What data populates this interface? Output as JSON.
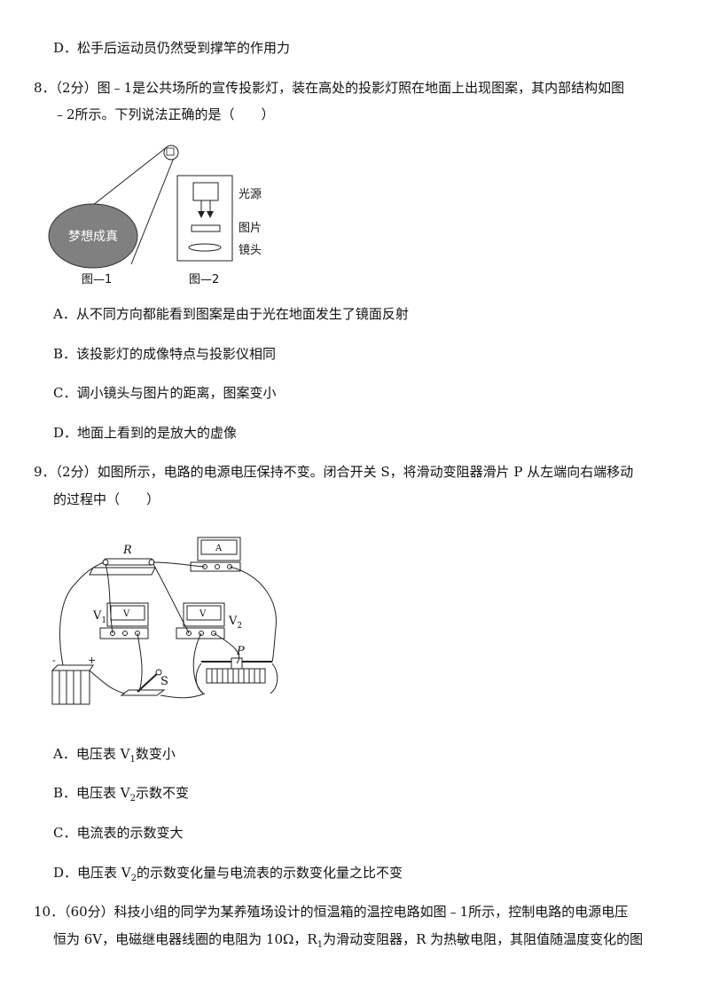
{
  "q7": {
    "optD": "D．松手后运动员仍然受到撑竿的作用力"
  },
  "q8": {
    "stem1": "8．（2分）图﹣1是公共场所的宣传投影灯，装在高处的投影灯照在地面上出现图案，其内部结构如图",
    "stem2": "﹣2所示。下列说法正确的是（　　）",
    "figure": {
      "pattern_text": "梦想成真",
      "label_light": "光源",
      "label_picture": "图片",
      "label_lens": "镜头",
      "caption1": "图—1",
      "caption2": "图—2"
    },
    "optA": "A．从不同方向都能看到图案是由于光在地面发生了镜面反射",
    "optB": "B．该投影灯的成像特点与投影仪相同",
    "optC": "C．调小镜头与图片的距离，图案变小",
    "optD": "D．地面上看到的是放大的虚像"
  },
  "q9": {
    "stem1": "9．（2分）如图所示，电路的电源电压保持不变。闭合开关 S，将滑动变阻器滑片 P 从左端向右端移动",
    "stem2": "的过程中（　　）",
    "figure": {
      "label_R": "R",
      "label_ammeter": "A",
      "label_V": "V",
      "label_V1_main": "V",
      "label_V1_sub": "1",
      "label_V2_main": "V",
      "label_V2_sub": "2",
      "label_P": "P",
      "label_S": "S",
      "label_minus": "-",
      "label_plus": "+"
    },
    "optA_pre": "A．电压表 V",
    "optA_sub": "1",
    "optA_post": "数变小",
    "optB_pre": "B．电压表 V",
    "optB_sub": "2",
    "optB_post": "示数不变",
    "optC": "C．电流表的示数变大",
    "optD_pre": "D．电压表 V",
    "optD_sub": "2",
    "optD_post": "的示数变化量与电流表的示数变化量之比不变"
  },
  "q10": {
    "stem1": "10．（60分）科技小组的同学为某养殖场设计的恒温箱的温控电路如图﹣1所示，控制电路的电源电压",
    "stem2_pre": "恒为 6V，电磁继电器线圈的电阻为 10Ω，R",
    "stem2_sub": "1",
    "stem2_post": "为滑动变阻器，R 为热敏电阻，其阻值随温度变化的图"
  }
}
